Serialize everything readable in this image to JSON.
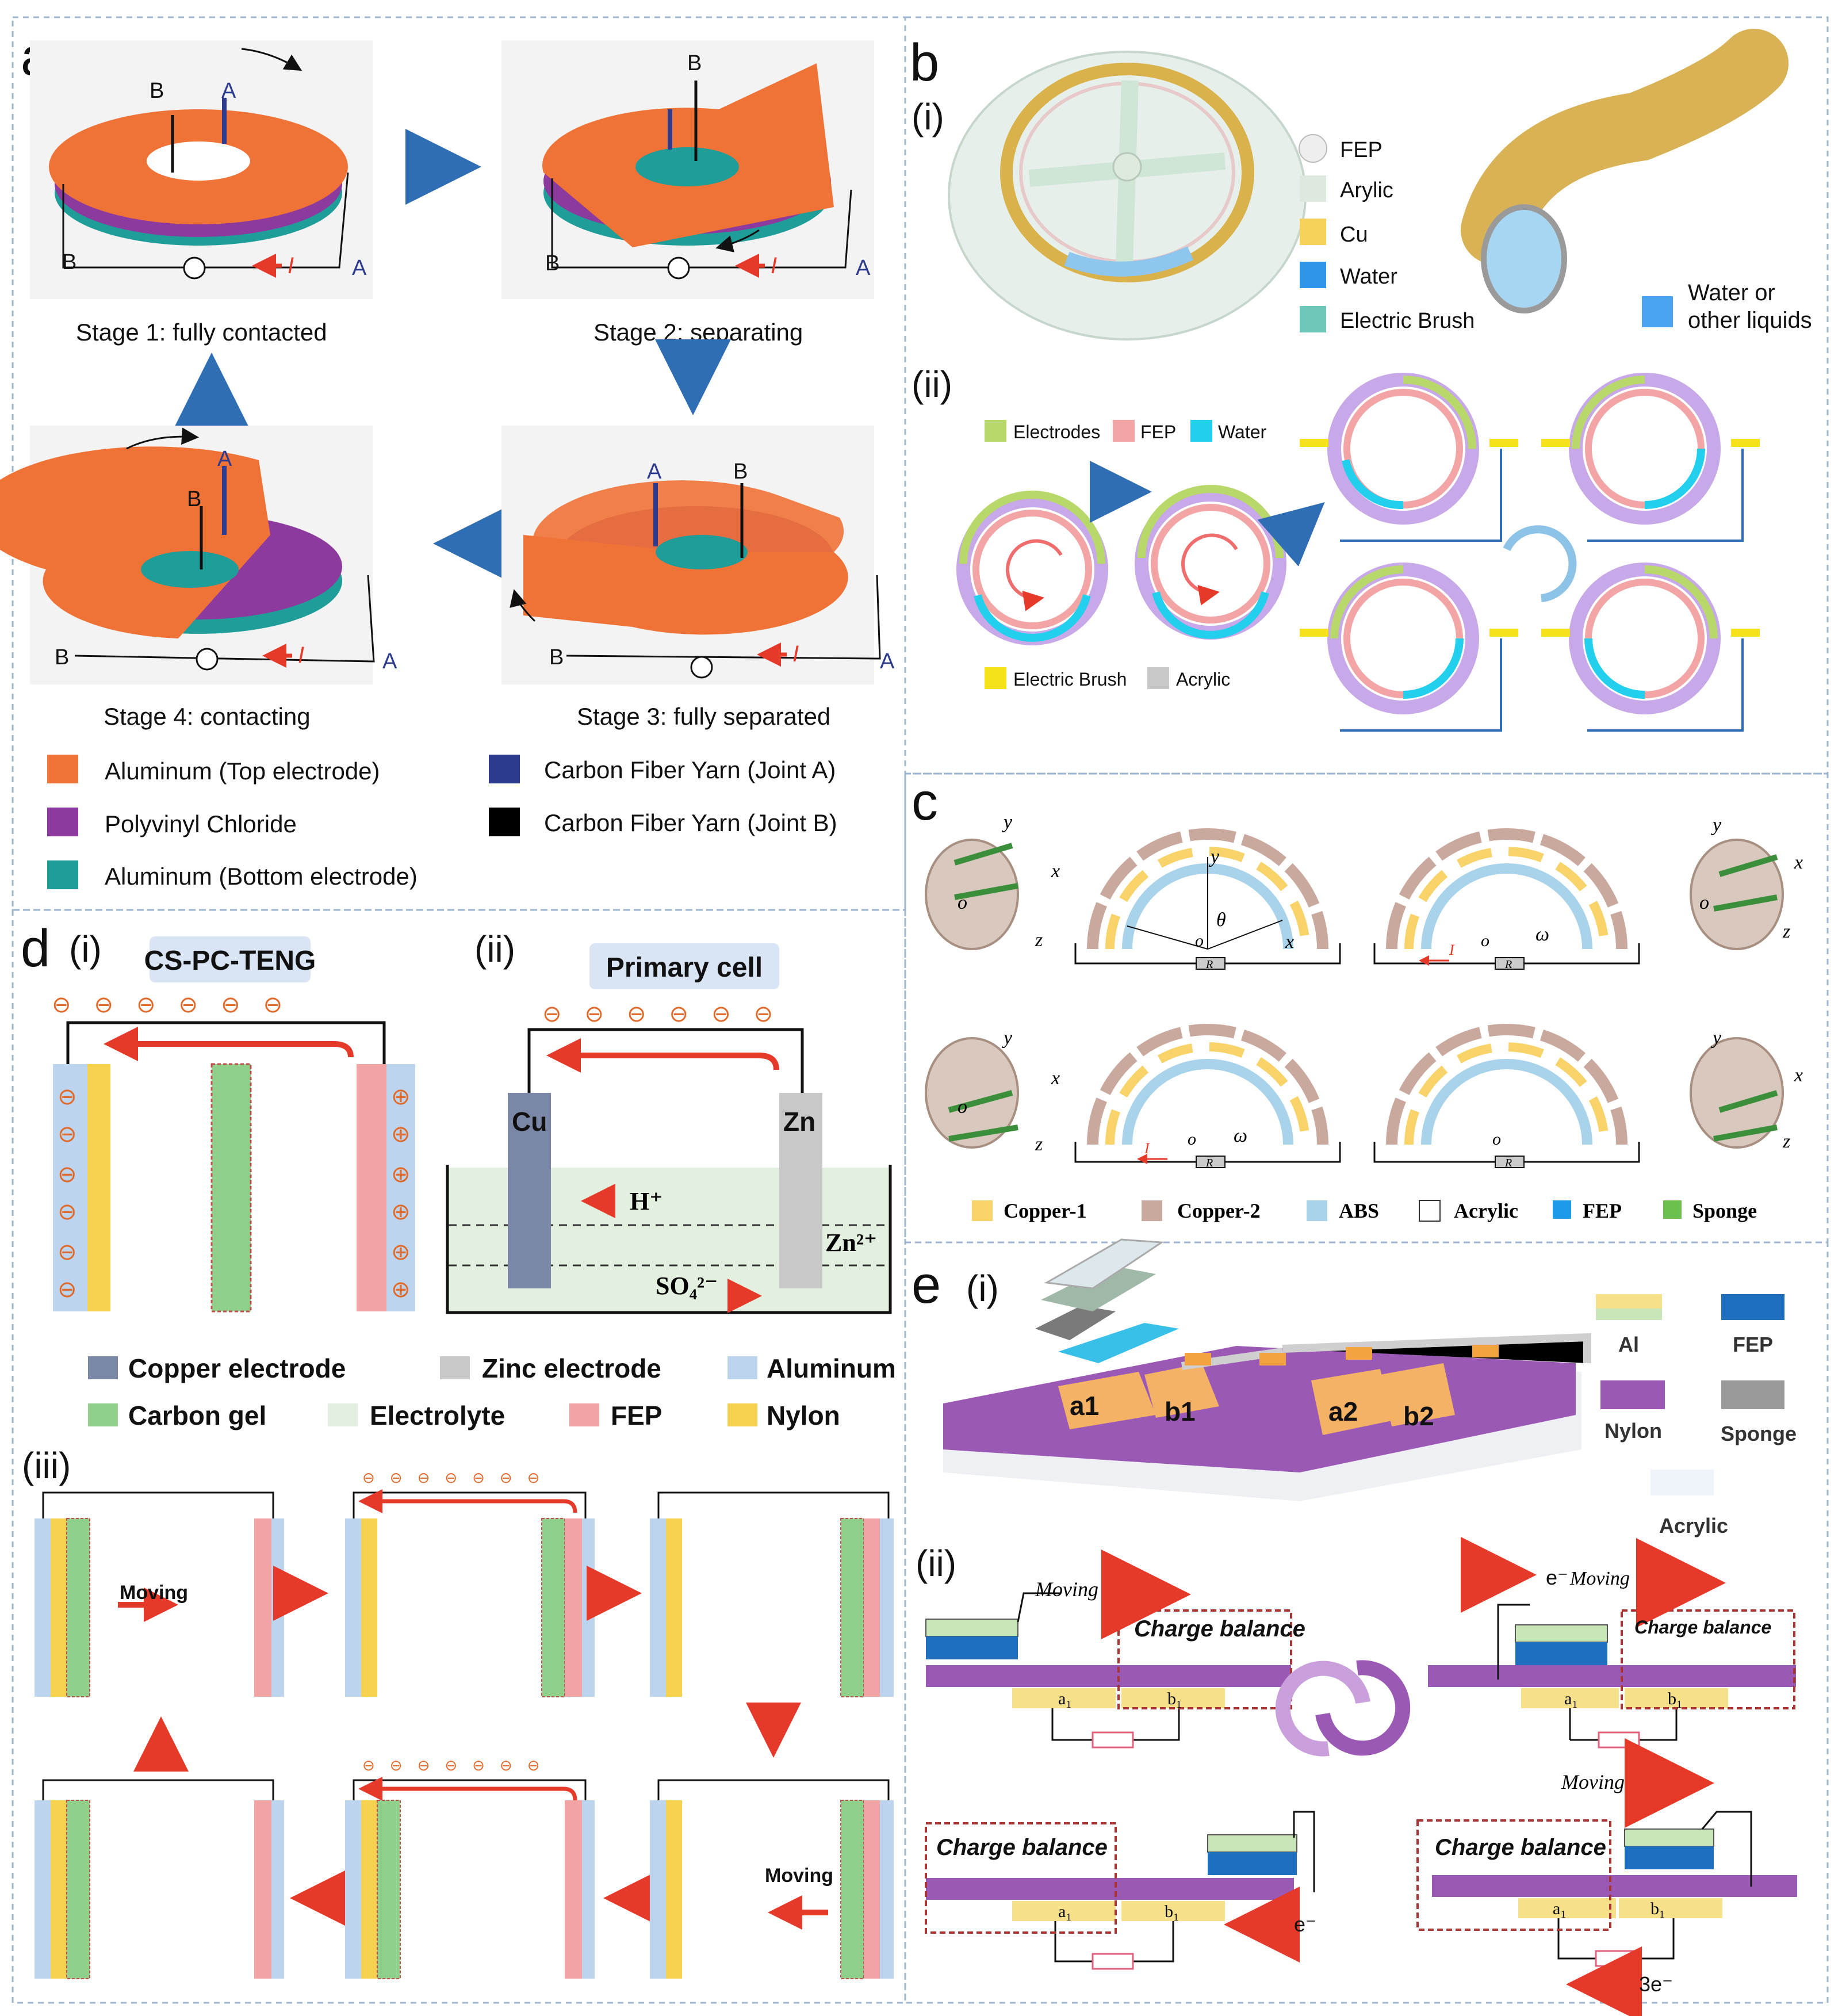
{
  "panel_a": {
    "letter": "a",
    "stage_labels": [
      "Stage 1: fully contacted",
      "Stage 2: separating",
      "Stage 3: fully separated",
      "Stage 4: contacting"
    ],
    "joint_a": "A",
    "joint_b": "B",
    "current_label": "I",
    "legend": [
      {
        "label": "Aluminum (Top electrode)",
        "color": "#ef7236"
      },
      {
        "label": "Polyvinyl Chloride",
        "color": "#8d3a9e"
      },
      {
        "label": "Aluminum (Bottom electrode)",
        "color": "#1f9d98"
      },
      {
        "label": "Carbon Fiber Yarn (Joint A)",
        "color": "#2d3b8e"
      },
      {
        "label": "Carbon Fiber Yarn (Joint B)",
        "color": "#000000"
      }
    ]
  },
  "panel_b": {
    "letter": "b",
    "sub_i": "(i)",
    "sub_ii": "(ii)",
    "legend_i": [
      {
        "label": "FEP",
        "color": "#eeeeee"
      },
      {
        "label": "Arylic",
        "color": "#dfe8df"
      },
      {
        "label": "Cu",
        "color": "#f7d25a"
      },
      {
        "label": "Water",
        "color": "#2f95e8"
      },
      {
        "label": "Electric Brush",
        "color": "#6fc7b9"
      }
    ],
    "liquid_label_1": "Water or",
    "liquid_label_2": "other liquids",
    "liquid_color": "#4aa3ee",
    "legend_ii_top": [
      {
        "label": "Electrodes",
        "color": "#b8d86a"
      },
      {
        "label": "FEP",
        "color": "#f3a5a5"
      },
      {
        "label": "Water",
        "color": "#22d0ee"
      }
    ],
    "legend_ii_bottom": [
      {
        "label": "Electric Brush",
        "color": "#f6e21a"
      },
      {
        "label": "Acrylic",
        "color": "#c8c8c8"
      }
    ]
  },
  "panel_c": {
    "letter": "c",
    "axis_x": "x",
    "axis_y": "y",
    "axis_z": "z",
    "origin": "o",
    "theta": "θ",
    "omega": "ω",
    "resistor": "R",
    "current": "I",
    "legend": [
      {
        "label": "Copper-1",
        "color": "#f8d36a"
      },
      {
        "label": "Copper-2",
        "color": "#c9a89d"
      },
      {
        "label": "ABS",
        "color": "#a9d3ea"
      },
      {
        "label": "Acrylic",
        "color": "#ffffff"
      },
      {
        "label": "FEP",
        "color": "#1e9be8"
      },
      {
        "label": "Sponge",
        "color": "#6cc04f"
      }
    ]
  },
  "panel_d": {
    "letter": "d",
    "sub_i": "(i)",
    "sub_ii": "(ii)",
    "sub_iii": "(iii)",
    "title_i": "CS-PC-TENG",
    "title_ii": "Primary cell",
    "electrode_cu": "Cu",
    "electrode_zn": "Zn",
    "ion_h": "H⁺",
    "ion_zn": "Zn²⁺",
    "ion_so4": "SO₄²⁻",
    "moving": "Moving",
    "legend": [
      {
        "label": "Copper electrode",
        "color": "#7b87a6"
      },
      {
        "label": "Zinc electrode",
        "color": "#c8c8c8"
      },
      {
        "label": "Aluminum",
        "color": "#bcd4ee"
      },
      {
        "label": "Carbon gel",
        "color": "#8fd18b"
      },
      {
        "label": "Electrolyte",
        "color": "#e4f0df"
      },
      {
        "label": "FEP",
        "color": "#f2a4a4"
      },
      {
        "label": "Nylon",
        "color": "#f6d04f"
      }
    ]
  },
  "panel_e": {
    "letter": "e",
    "sub_i": "(i)",
    "sub_ii": "(ii)",
    "pad_labels": [
      "a1",
      "b1",
      "a2",
      "b2"
    ],
    "legend": [
      {
        "label": "Al",
        "color": "#f6e08a"
      },
      {
        "label": "FEP",
        "color": "#1f6fbf"
      },
      {
        "label": "Nylon",
        "color": "#9b59b6"
      },
      {
        "label": "Sponge",
        "color": "#9a9a9a"
      },
      {
        "label": "Acrylic",
        "color": "#eef4fa"
      }
    ],
    "moving": "Moving",
    "charge_balance": "Charge balance",
    "electron": "e⁻",
    "three_electrons": "3e⁻",
    "a1": "a₁",
    "b1": "b₁"
  }
}
